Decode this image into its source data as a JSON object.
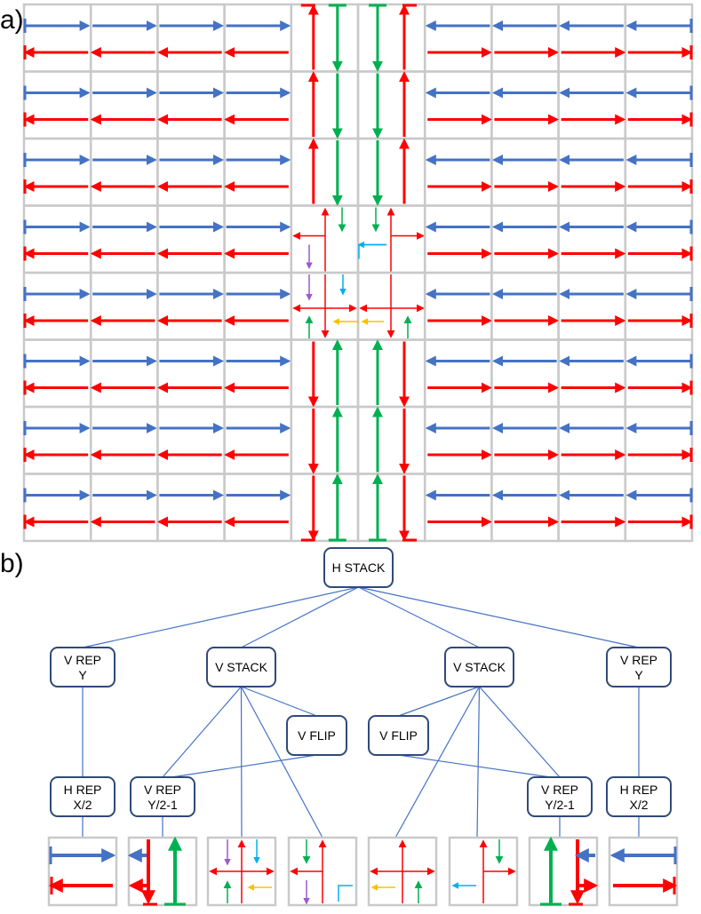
{
  "panels": {
    "a_label": "a)",
    "b_label": "b)"
  },
  "colors": {
    "grid": "#c9c9c9",
    "blue": "#4472c4",
    "red": "#ff0000",
    "green": "#00b050",
    "cyan": "#00b0f0",
    "purple": "#9b59d0",
    "orange": "#ffc000",
    "node_border": "#2f4a7a",
    "edge": "#4472c4"
  },
  "tree": {
    "root": {
      "line1": "H STACK",
      "line2": ""
    },
    "vrep_left": {
      "line1": "V REP",
      "line2": "Y"
    },
    "vstack_left": {
      "line1": "V STACK",
      "line2": ""
    },
    "vstack_right": {
      "line1": "V STACK",
      "line2": ""
    },
    "vrep_right": {
      "line1": "V REP",
      "line2": "Y"
    },
    "vflip_left": {
      "line1": "V FLIP",
      "line2": ""
    },
    "vflip_right": {
      "line1": "V FLIP",
      "line2": ""
    },
    "hrep_left": {
      "line1": "H REP",
      "line2": "X/2"
    },
    "vrep_half_left": {
      "line1": "V REP",
      "line2": "Y/2-1"
    },
    "vrep_half_right": {
      "line1": "V REP",
      "line2": "Y/2-1"
    },
    "hrep_right": {
      "line1": "H REP",
      "line2": "X/2"
    }
  },
  "icons": [
    "tile-horizontal-right-icon",
    "tile-vertical-left-icon",
    "tile-center-top-left-icon",
    "tile-center-bottom-left-icon",
    "tile-center-bottom-right-icon",
    "tile-center-top-right-icon",
    "tile-vertical-right-icon",
    "tile-horizontal-left-icon"
  ]
}
